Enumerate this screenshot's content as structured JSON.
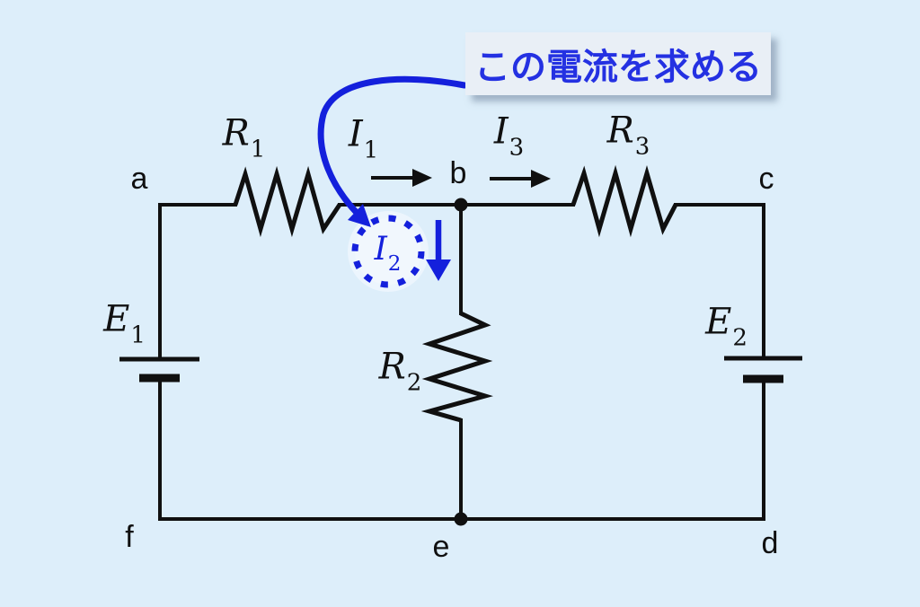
{
  "theme": {
    "bg": "#ddeefa",
    "ink": "#101010",
    "blue": "#1420dc",
    "callout_text": "#2431e2",
    "callout_bg": "#e9eff6"
  },
  "callout": {
    "label": "この電流を求める"
  },
  "nodes": {
    "a": "a",
    "b": "b",
    "c": "c",
    "d": "d",
    "e": "e",
    "f": "f"
  },
  "components": {
    "r1": {
      "base": "R",
      "sub": "1"
    },
    "r2": {
      "base": "R",
      "sub": "2"
    },
    "r3": {
      "base": "R",
      "sub": "3"
    },
    "e1": {
      "base": "E",
      "sub": "1"
    },
    "e2": {
      "base": "E",
      "sub": "2"
    }
  },
  "currents": {
    "i1": {
      "base": "I",
      "sub": "1"
    },
    "i2": {
      "base": "I",
      "sub": "2"
    },
    "i3": {
      "base": "I",
      "sub": "3"
    }
  }
}
